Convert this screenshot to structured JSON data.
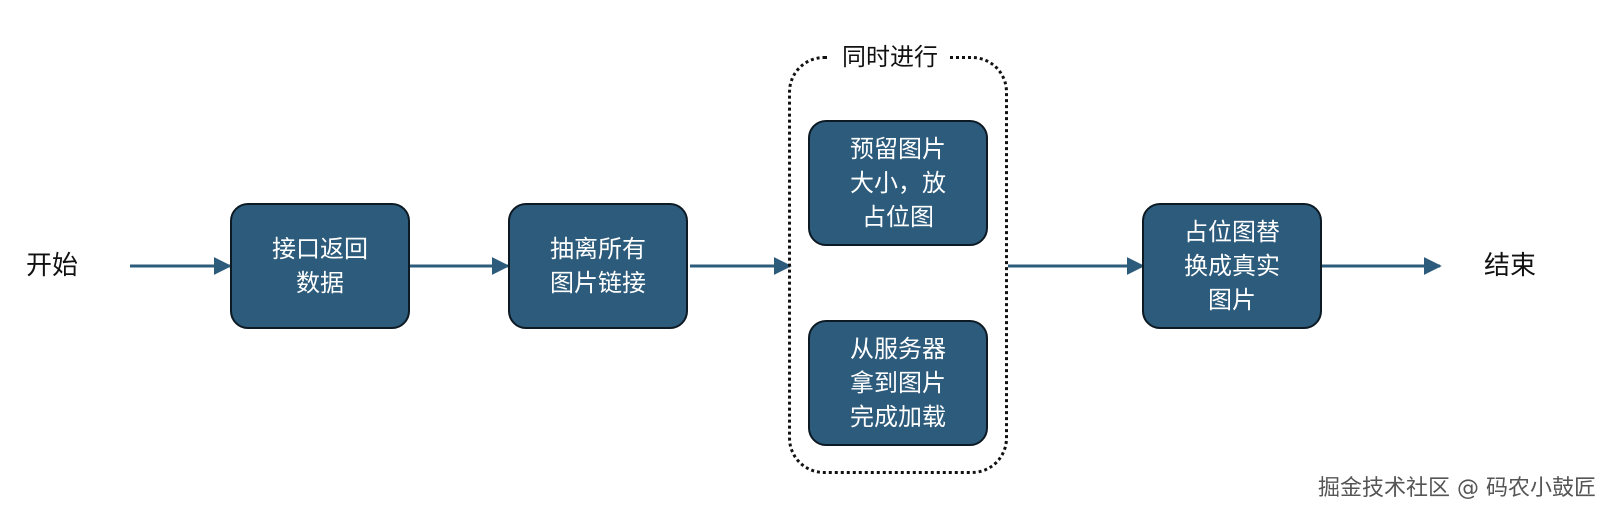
{
  "start": {
    "label": "开始"
  },
  "end": {
    "label": "结束"
  },
  "steps": [
    {
      "lines": [
        "接口返回",
        "数据"
      ]
    },
    {
      "lines": [
        "抽离所有",
        "图片链接"
      ]
    },
    {
      "lines": [
        "占位图替",
        "换成真实",
        "图片"
      ]
    }
  ],
  "parallel": {
    "label": "同时进行",
    "tasks": [
      {
        "lines": [
          "预留图片",
          "大小，放",
          "占位图"
        ]
      },
      {
        "lines": [
          "从服务器",
          "拿到图片",
          "完成加载"
        ]
      }
    ]
  },
  "watermark": "掘金技术社区 @ 码农小鼓匠",
  "colors": {
    "node_fill": "#2d5b7c",
    "node_border": "#0d1a24",
    "arrow": "#2d5b7c",
    "text_on_node": "#ffffff"
  }
}
